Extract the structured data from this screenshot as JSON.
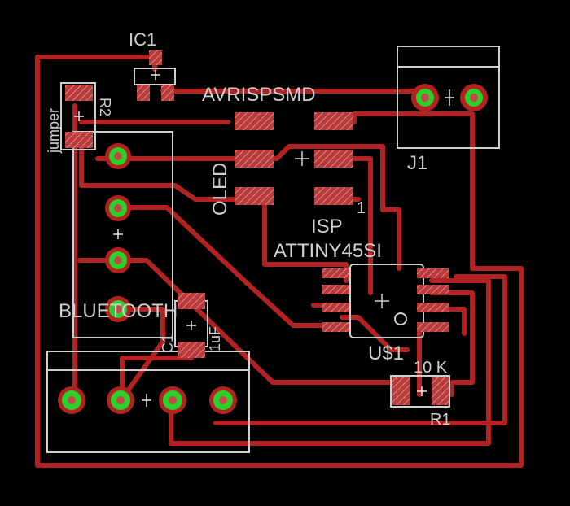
{
  "colors": {
    "background": "#000000",
    "trace": "#b22222",
    "pad": "#c44a4a",
    "via_ring": "#2bd12b",
    "silkscreen": "#cfcfcf"
  },
  "labels": {
    "ic1": "IC1",
    "r2": "R2",
    "jumper": "jumper",
    "avrispsmd": "AVRISPSMD",
    "oled": "OLED",
    "isp": "ISP",
    "pin1": "1",
    "attiny": "ATTINY45SI",
    "j1": "J1",
    "bluetooth": "BLUETOOTH",
    "c1": "C1",
    "cap_value": "1uF",
    "usd1": "U$1",
    "r1_value": "10 K",
    "r1": "R1"
  }
}
